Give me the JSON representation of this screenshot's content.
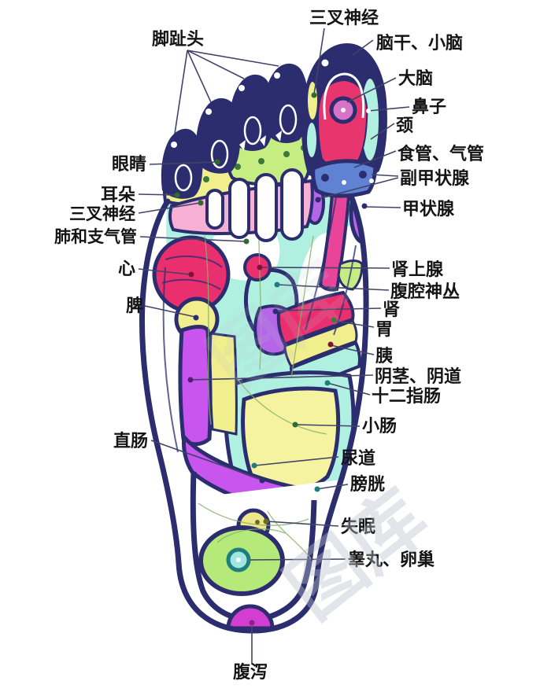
{
  "diagram_type": "foot-reflexology-chart",
  "labels": {
    "toe_tips": "脚趾头",
    "trigeminal_top": "三叉神经",
    "brainstem_cerebellum": "脑干、小脑",
    "cerebrum": "大脑",
    "nose": "鼻子",
    "neck": "颈",
    "esophagus_trachea": "食管、气管",
    "parathyroid": "副甲状腺",
    "thyroid": "甲状腺",
    "eyes": "眼睛",
    "ears": "耳朵",
    "trigeminal_left": "三叉神经",
    "lungs_bronchi": "肺和支气管",
    "heart": "心",
    "spleen": "脾",
    "adrenal_gland": "肾上腺",
    "celiac_plexus": "腹腔神丛",
    "kidney": "肾",
    "stomach": "胃",
    "pancreas": "胰",
    "penis_vagina": "阴茎、阴道",
    "duodenum": "十二指肠",
    "small_intestine": "小肠",
    "rectum": "直肠",
    "urethra": "尿道",
    "bladder": "膀胱",
    "insomnia": "失眠",
    "testis_ovary": "睾丸、卵巢",
    "diarrhea": "腹泻"
  },
  "watermark": {
    "text": "图库"
  },
  "colors": {
    "outline_navy": "#2b2d6e",
    "sole_cyan": "#b0f0e1",
    "yellow": "#f1ee8e",
    "yellow_green": "#c6ed82",
    "heel_green": "#b5e97a",
    "pink": "#f6b0d4",
    "crimson": "#ea2f6f",
    "magenta_pink": "#e8459a",
    "purple": "#b565e8",
    "violet_band": "#c755ee",
    "bright_magenta": "#cf4ad4",
    "blue_band": "#5f82d3",
    "leader_line": "#43436a"
  }
}
